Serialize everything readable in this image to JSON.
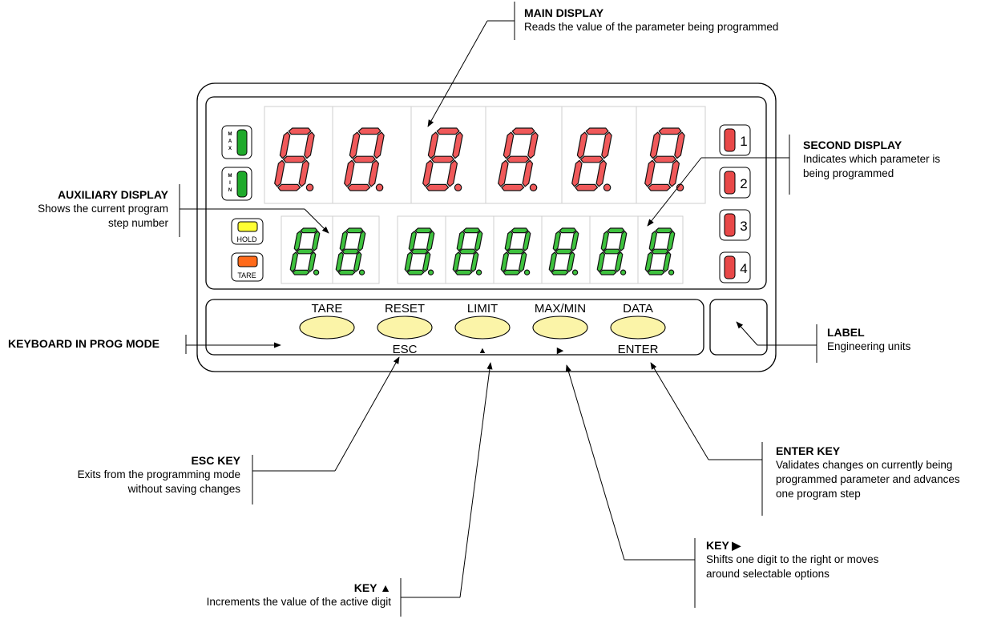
{
  "panel": {
    "colors": {
      "main_digit": "#f0595a",
      "aux_digit": "#3ec23e",
      "led_green": "#1faa2b",
      "led_red": "#e84848",
      "hold_led": "#ffff33",
      "tare_led": "#ff6a1a",
      "key_fill": "#fbf4a8"
    },
    "indicators": {
      "max_label": "MAX",
      "min_label": "MIN",
      "hold_label": "HOLD",
      "tare_label": "TARE"
    },
    "alarm_numbers": [
      "1",
      "2",
      "3",
      "4"
    ],
    "keys": [
      {
        "top": "TARE",
        "bottom": ""
      },
      {
        "top": "RESET",
        "bottom": "ESC"
      },
      {
        "top": "LIMIT",
        "bottom": "▲"
      },
      {
        "top": "MAX/MIN",
        "bottom": "▶"
      },
      {
        "top": "DATA",
        "bottom": "ENTER"
      }
    ]
  },
  "annotations": {
    "main_display": {
      "title": "MAIN DISPLAY",
      "desc": "Reads the value of the parameter being programmed"
    },
    "second_display": {
      "title": "SECOND DISPLAY",
      "desc": "Indicates which parameter is\nbeing programmed"
    },
    "auxiliary_display": {
      "title": "AUXILIARY DISPLAY",
      "desc": "Shows the current program\nstep number"
    },
    "keyboard": {
      "title": "KEYBOARD IN PROG MODE"
    },
    "label": {
      "title": "LABEL",
      "desc": "Engineering units"
    },
    "esc_key": {
      "title": "ESC KEY",
      "desc": "Exits from the programming mode\nwithout saving changes"
    },
    "enter_key": {
      "title": "ENTER KEY",
      "desc": "Validates changes on currently being\nprogrammed parameter and advances\none program step"
    },
    "key_up": {
      "title": "KEY ▲",
      "desc": "Increments the value of the active digit"
    },
    "key_right": {
      "title": "KEY ▶",
      "desc": "Shifts one digit to the right or moves\naround selectable options"
    }
  }
}
